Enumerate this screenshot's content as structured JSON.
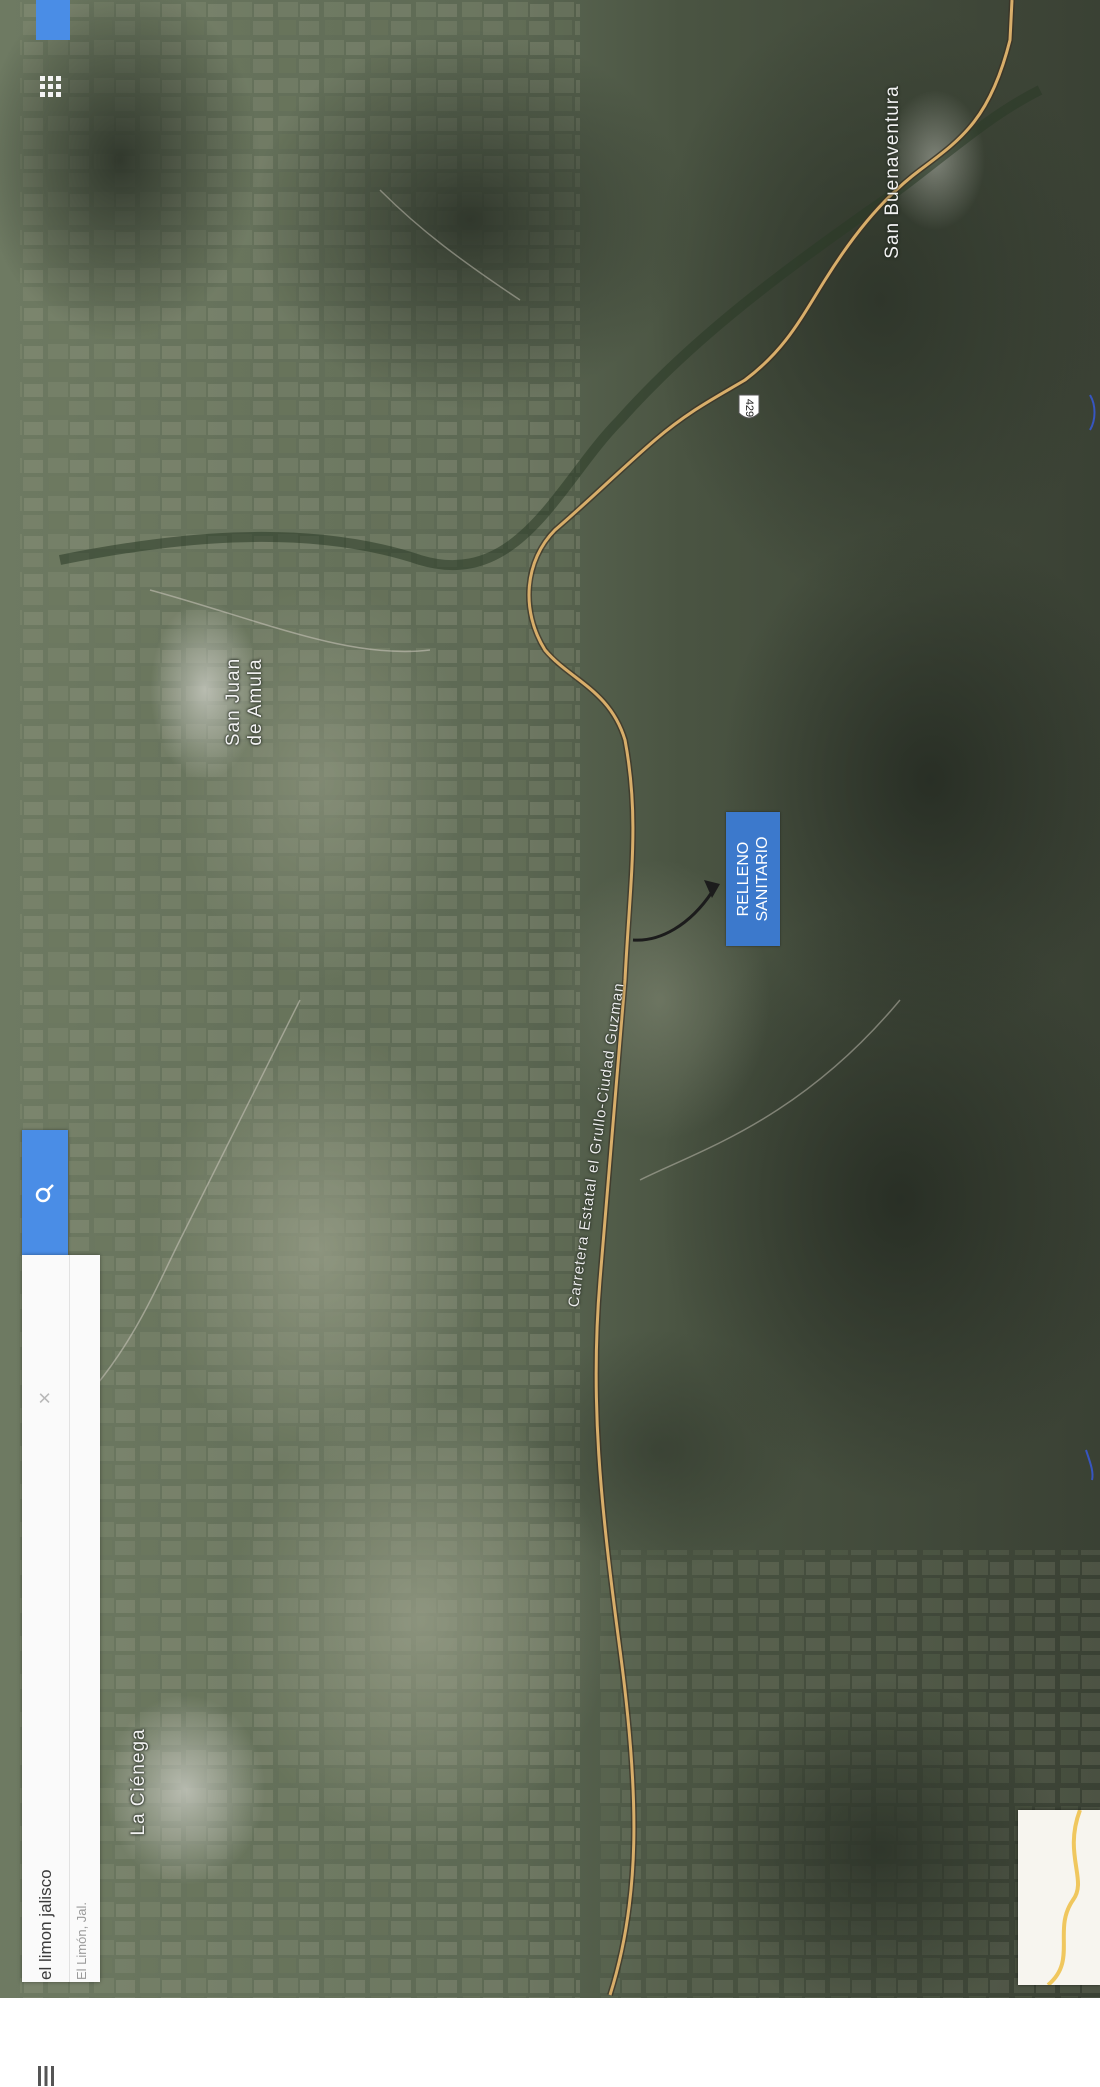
{
  "search": {
    "query": "el limon jalisco",
    "suggestion": "El Limón, Jal.",
    "button_icon": "search-icon",
    "clear_icon": "close-icon",
    "menu_icon": "hamburger-menu-icon"
  },
  "places": {
    "la_cienega": "La Ciénega",
    "san_juan_de_amula_line1": "San Juan",
    "san_juan_de_amula_line2": "de Amula",
    "san_buenaventura": "San Buenaventura"
  },
  "roads": {
    "main_road": "Carretera Estatal el Grullo-Ciudad Guzman",
    "route_number": "429"
  },
  "marker": {
    "label": "RELLENO\nSANITARIO"
  },
  "colors": {
    "search_button": "#4a8de6",
    "marker": "#3c79cc",
    "road": "#d8ae6a"
  }
}
